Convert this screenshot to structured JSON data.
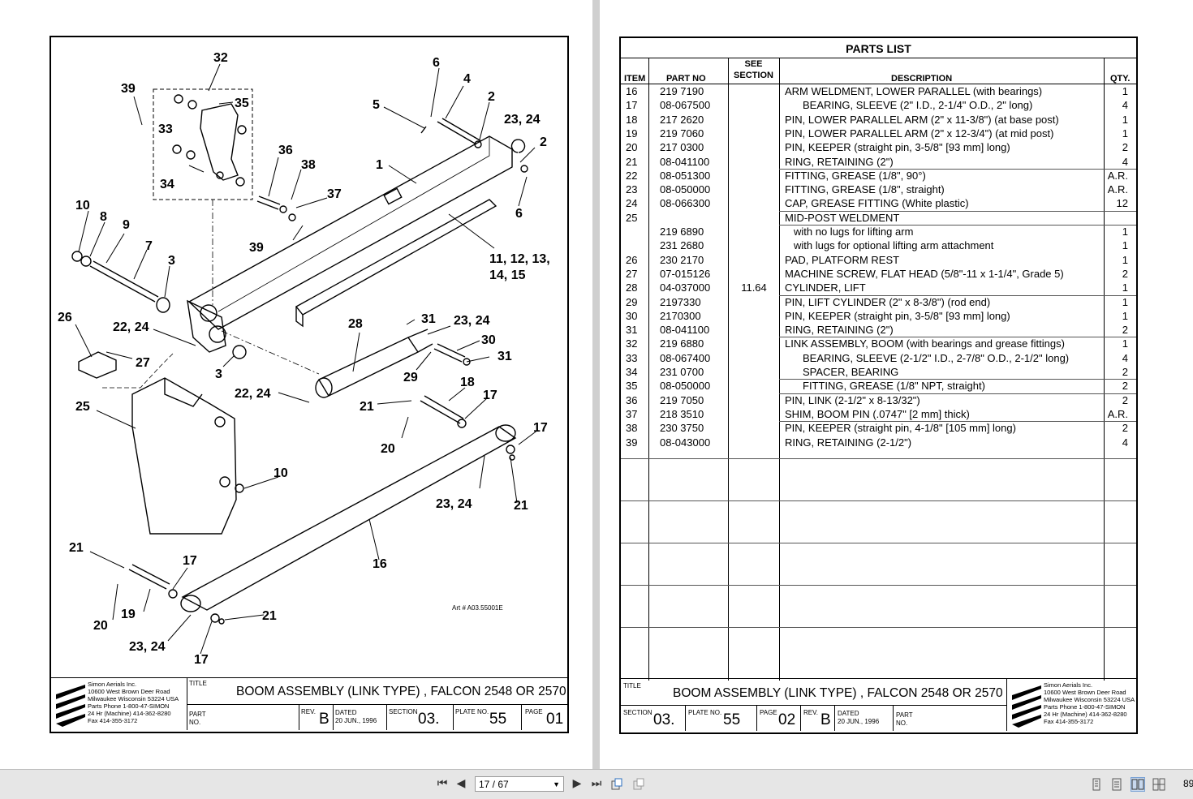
{
  "viewer": {
    "page_indicator": "17 / 67",
    "zoom_partial": "89"
  },
  "drawing": {
    "art_number": "Art # A03.55001E",
    "callouts": [
      {
        "id": "c32",
        "text": "32"
      },
      {
        "id": "c39a",
        "text": "39"
      },
      {
        "id": "c35",
        "text": "35"
      },
      {
        "id": "c33",
        "text": "33"
      },
      {
        "id": "c34",
        "text": "34"
      },
      {
        "id": "c36",
        "text": "36"
      },
      {
        "id": "c38",
        "text": "38"
      },
      {
        "id": "c37",
        "text": "37"
      },
      {
        "id": "c39b",
        "text": "39"
      },
      {
        "id": "c6a",
        "text": "6"
      },
      {
        "id": "c4",
        "text": "4"
      },
      {
        "id": "c5",
        "text": "5"
      },
      {
        "id": "c2a",
        "text": "2"
      },
      {
        "id": "c2324a",
        "text": "23, 24"
      },
      {
        "id": "c2b",
        "text": "2"
      },
      {
        "id": "c1",
        "text": "1"
      },
      {
        "id": "c6b",
        "text": "6"
      },
      {
        "id": "c10a",
        "text": "10"
      },
      {
        "id": "c8",
        "text": "8"
      },
      {
        "id": "c9",
        "text": "9"
      },
      {
        "id": "c7",
        "text": "7"
      },
      {
        "id": "c3a",
        "text": "3"
      },
      {
        "id": "c11",
        "text": "11, 12, 13,"
      },
      {
        "id": "c14",
        "text": "14, 15"
      },
      {
        "id": "c26",
        "text": "26"
      },
      {
        "id": "c2224a",
        "text": "22, 24"
      },
      {
        "id": "c27",
        "text": "27"
      },
      {
        "id": "c28",
        "text": "28"
      },
      {
        "id": "c31a",
        "text": "31"
      },
      {
        "id": "c2324b",
        "text": "23, 24"
      },
      {
        "id": "c30",
        "text": "30"
      },
      {
        "id": "c31b",
        "text": "31"
      },
      {
        "id": "c3b",
        "text": "3"
      },
      {
        "id": "c29",
        "text": "29"
      },
      {
        "id": "c18",
        "text": "18"
      },
      {
        "id": "c25",
        "text": "25"
      },
      {
        "id": "c2224b",
        "text": "22, 24"
      },
      {
        "id": "c21a",
        "text": "21"
      },
      {
        "id": "c17a",
        "text": "17"
      },
      {
        "id": "c20a",
        "text": "20"
      },
      {
        "id": "c17b",
        "text": "17"
      },
      {
        "id": "c10b",
        "text": "10"
      },
      {
        "id": "c2324c",
        "text": "23, 24"
      },
      {
        "id": "c21b",
        "text": "21"
      },
      {
        "id": "c16",
        "text": "16"
      },
      {
        "id": "c21c",
        "text": "21"
      },
      {
        "id": "c17c",
        "text": "17"
      },
      {
        "id": "c19",
        "text": "19"
      },
      {
        "id": "c20b",
        "text": "20"
      },
      {
        "id": "c21d",
        "text": "21"
      },
      {
        "id": "c2324d",
        "text": "23, 24"
      },
      {
        "id": "c17d",
        "text": "17"
      }
    ]
  },
  "company": {
    "lines": [
      "Simon Aerials Inc.",
      "10600 West Brown Deer Road",
      "Milwaukee Wisconsin 53224 USA",
      "Parts Phone 1-800-47-SIMON",
      "24 Hr (Machine) 414-362-8280",
      "Fax 414-355-3172"
    ]
  },
  "titleblock": {
    "title_label": "TITLE",
    "title": "BOOM ASSEMBLY (LINK TYPE) , FALCON 2548 OR 2570",
    "part_label": "PART",
    "no_label": "NO.",
    "rev_label": "REV.",
    "rev": "B",
    "dated_label": "DATED",
    "dated": "20 JUN., 1996",
    "section_label": "SECTION",
    "section": "03.",
    "plate_label": "PLATE NO.",
    "plate": "55",
    "page_label": "PAGE",
    "page_left": "01",
    "page_right": "02"
  },
  "parts_list": {
    "title": "PARTS LIST",
    "headers": {
      "item": "ITEM",
      "part_no": "PART NO",
      "see": "SEE",
      "section": "SECTION",
      "description": "DESCRIPTION",
      "qty": "QTY."
    },
    "rows": [
      {
        "item": "16",
        "part": "219 7190",
        "sec": "",
        "desc": "ARM WELDMENT, LOWER PARALLEL (with bearings)",
        "qty": "1",
        "indent": 0
      },
      {
        "item": "17",
        "part": "08-067500",
        "sec": "",
        "desc": "BEARING, SLEEVE (2\" I.D., 2-1/4\" O.D., 2\" long)",
        "qty": "4",
        "indent": 2
      },
      {
        "item": "18",
        "part": "217 2620",
        "sec": "",
        "desc": "PIN, LOWER PARALLEL ARM (2\" x 11-3/8\") (at base post)",
        "qty": "1",
        "indent": 0
      },
      {
        "item": "19",
        "part": "219 7060",
        "sec": "",
        "desc": "PIN, LOWER PARALLEL ARM (2\" x 12-3/4\") (at mid post)",
        "qty": "1",
        "indent": 0
      },
      {
        "item": "20",
        "part": "217 0300",
        "sec": "",
        "desc": "PIN, KEEPER (straight pin, 3-5/8\" [93 mm] long)",
        "qty": "2",
        "indent": 0
      },
      {
        "item": "21",
        "part": "08-041100",
        "sec": "",
        "desc": "RING, RETAINING (2\")",
        "qty": "4",
        "indent": 0
      },
      {
        "item": "22",
        "part": "08-051300",
        "sec": "",
        "desc": "FITTING, GREASE (1/8\", 90°)",
        "qty": "A.R.",
        "indent": 0
      },
      {
        "item": "23",
        "part": "08-050000",
        "sec": "",
        "desc": "FITTING, GREASE (1/8\", straight)",
        "qty": "A.R.",
        "indent": 0
      },
      {
        "item": "24",
        "part": "08-066300",
        "sec": "",
        "desc": "CAP, GREASE FITTING (White plastic)",
        "qty": "12",
        "indent": 0
      },
      {
        "item": "25",
        "part": "",
        "sec": "",
        "desc": "MID-POST WELDMENT",
        "qty": "",
        "indent": 0
      },
      {
        "item": "",
        "part": "219 6890",
        "sec": "",
        "desc": "with no lugs for lifting arm",
        "qty": "1",
        "indent": 1
      },
      {
        "item": "",
        "part": "231 2680",
        "sec": "",
        "desc": "with lugs for optional lifting arm attachment",
        "qty": "1",
        "indent": 1
      },
      {
        "item": "26",
        "part": "230 2170",
        "sec": "",
        "desc": "PAD, PLATFORM REST",
        "qty": "1",
        "indent": 0
      },
      {
        "item": "27",
        "part": "07-015126",
        "sec": "",
        "desc": "MACHINE SCREW, FLAT HEAD (5/8\"-11 x 1-1/4\", Grade 5)",
        "qty": "2",
        "indent": 0
      },
      {
        "item": "28",
        "part": "04-037000",
        "sec": "11.64",
        "desc": "CYLINDER, LIFT",
        "qty": "1",
        "indent": 0
      },
      {
        "item": "29",
        "part": "2197330",
        "sec": "",
        "desc": "PIN, LIFT CYLINDER (2\" x 8-3/8\") (rod end)",
        "qty": "1",
        "indent": 0
      },
      {
        "item": "30",
        "part": "2170300",
        "sec": "",
        "desc": "PIN, KEEPER (straight pin, 3-5/8\" [93 mm] long)",
        "qty": "1",
        "indent": 0
      },
      {
        "item": "31",
        "part": "08-041100",
        "sec": "",
        "desc": "RING, RETAINING (2\")",
        "qty": "2",
        "indent": 0
      },
      {
        "item": "32",
        "part": "219 6880",
        "sec": "",
        "desc": "LINK ASSEMBLY, BOOM (with bearings and grease fittings)",
        "qty": "1",
        "indent": 0
      },
      {
        "item": "33",
        "part": "08-067400",
        "sec": "",
        "desc": "BEARING, SLEEVE (2-1/2\" I.D., 2-7/8\" O.D., 2-1/2\" long)",
        "qty": "4",
        "indent": 2
      },
      {
        "item": "34",
        "part": "231 0700",
        "sec": "",
        "desc": "SPACER, BEARING",
        "qty": "2",
        "indent": 2
      },
      {
        "item": "35",
        "part": "08-050000",
        "sec": "",
        "desc": "FITTING, GREASE (1/8\" NPT, straight)",
        "qty": "2",
        "indent": 2
      },
      {
        "item": "36",
        "part": "219 7050",
        "sec": "",
        "desc": "PIN, LINK (2-1/2\" x 8-13/32\")",
        "qty": "2",
        "indent": 0
      },
      {
        "item": "37",
        "part": "218 3510",
        "sec": "",
        "desc": "SHIM, BOOM PIN (.0747\" [2 mm] thick)",
        "qty": "A.R.",
        "indent": 0
      },
      {
        "item": "38",
        "part": "230 3750",
        "sec": "",
        "desc": "PIN, KEEPER (straight pin, 4-1/8\" [105 mm] long)",
        "qty": "2",
        "indent": 0
      },
      {
        "item": "39",
        "part": "08-043000",
        "sec": "",
        "desc": "RING, RETAINING (2-1/2\")",
        "qty": "4",
        "indent": 0
      }
    ]
  }
}
